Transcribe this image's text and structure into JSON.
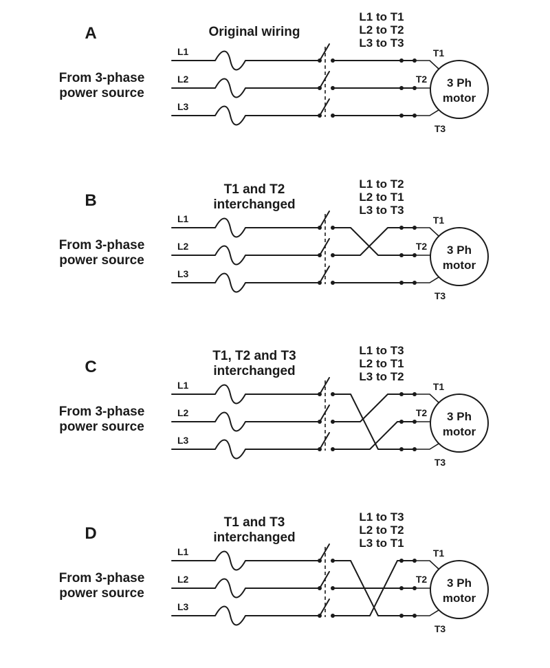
{
  "panels": [
    {
      "id": "A",
      "letter": "A",
      "heading": [
        "Original wiring"
      ],
      "mapping": [
        "L1 to T1",
        "L2 to T2",
        "L3 to T3"
      ],
      "source_label": [
        "From 3-phase",
        "power source"
      ],
      "line_labels": [
        "L1",
        "L2",
        "L3"
      ],
      "terminals": [
        "T1",
        "T2",
        "T3"
      ],
      "motor_label": [
        "3 Ph",
        "motor"
      ],
      "connections": [
        1,
        2,
        3
      ]
    },
    {
      "id": "B",
      "letter": "B",
      "heading": [
        "T1 and T2",
        "interchanged"
      ],
      "mapping": [
        "L1 to T2",
        "L2 to T1",
        "L3 to T3"
      ],
      "source_label": [
        "From 3-phase",
        "power source"
      ],
      "line_labels": [
        "L1",
        "L2",
        "L3"
      ],
      "terminals": [
        "T1",
        "T2",
        "T3"
      ],
      "motor_label": [
        "3 Ph",
        "motor"
      ],
      "connections": [
        2,
        1,
        3
      ]
    },
    {
      "id": "C",
      "letter": "C",
      "heading": [
        "T1, T2 and T3",
        "interchanged"
      ],
      "mapping": [
        "L1 to T3",
        "L2 to T1",
        "L3 to T2"
      ],
      "source_label": [
        "From 3-phase",
        "power source"
      ],
      "line_labels": [
        "L1",
        "L2",
        "L3"
      ],
      "terminals": [
        "T1",
        "T2",
        "T3"
      ],
      "motor_label": [
        "3 Ph",
        "motor"
      ],
      "connections": [
        3,
        1,
        2
      ]
    },
    {
      "id": "D",
      "letter": "D",
      "heading": [
        "T1 and T3",
        "interchanged"
      ],
      "mapping": [
        "L1 to T3",
        "L2 to T2",
        "L3 to T1"
      ],
      "source_label": [
        "From 3-phase",
        "power source"
      ],
      "line_labels": [
        "L1",
        "L2",
        "L3"
      ],
      "terminals": [
        "T1",
        "T2",
        "T3"
      ],
      "motor_label": [
        "3 Ph",
        "motor"
      ],
      "connections": [
        3,
        2,
        1
      ]
    }
  ]
}
